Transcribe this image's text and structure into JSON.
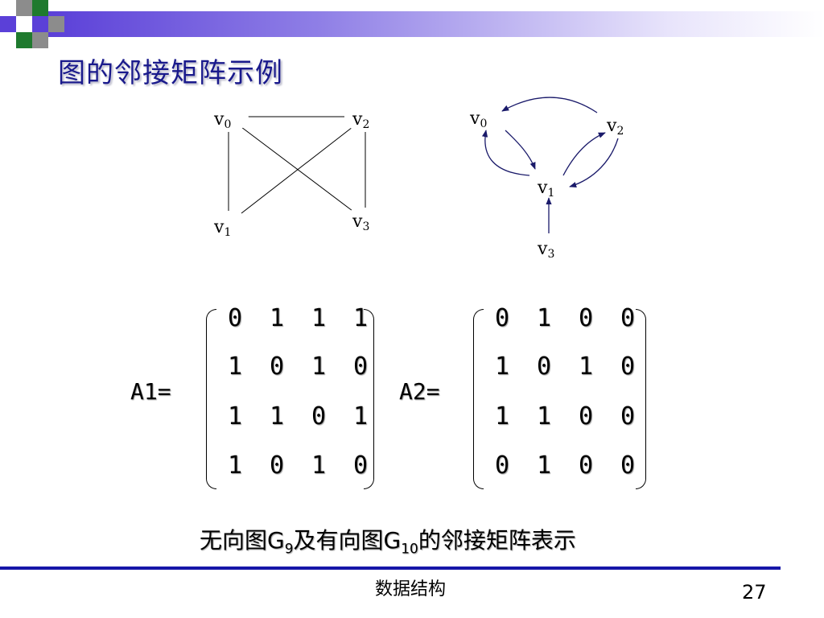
{
  "title": "图的邻接矩阵示例",
  "graph_undirected": {
    "nodes": [
      {
        "base": "v",
        "sub": "0"
      },
      {
        "base": "v",
        "sub": "2"
      },
      {
        "base": "v",
        "sub": "1"
      },
      {
        "base": "v",
        "sub": "3"
      }
    ],
    "edges": [
      [
        "v0",
        "v2"
      ],
      [
        "v0",
        "v1"
      ],
      [
        "v0",
        "v3"
      ],
      [
        "v2",
        "v1"
      ],
      [
        "v2",
        "v3"
      ]
    ]
  },
  "graph_directed": {
    "nodes": [
      {
        "base": "v",
        "sub": "0"
      },
      {
        "base": "v",
        "sub": "2"
      },
      {
        "base": "v",
        "sub": "1"
      },
      {
        "base": "v",
        "sub": "3"
      }
    ],
    "edges": [
      [
        "v0",
        "v1"
      ],
      [
        "v1",
        "v0"
      ],
      [
        "v2",
        "v0"
      ],
      [
        "v1",
        "v2"
      ],
      [
        "v2",
        "v1"
      ],
      [
        "v3",
        "v1"
      ]
    ]
  },
  "matrices": [
    {
      "label": "A1=",
      "rows": [
        [
          "0",
          "1",
          "1",
          "1"
        ],
        [
          "1",
          "0",
          "1",
          "0"
        ],
        [
          "1",
          "1",
          "0",
          "1"
        ],
        [
          "1",
          "0",
          "1",
          "0"
        ]
      ]
    },
    {
      "label": "A2=",
      "rows": [
        [
          "0",
          "1",
          "0",
          "0"
        ],
        [
          "1",
          "0",
          "1",
          "0"
        ],
        [
          "1",
          "1",
          "0",
          "0"
        ],
        [
          "0",
          "1",
          "0",
          "0"
        ]
      ]
    }
  ],
  "caption": {
    "part1": "无向图G",
    "sub1": "9",
    "part2": "及有向图G",
    "sub2": "10",
    "part3": "的邻接矩阵表示"
  },
  "footer": {
    "course": "数据结构",
    "page": "27"
  },
  "colors": {
    "title": "#1a1a8c",
    "accent_bar": "#5b40d8",
    "footer_line": "#1616a8",
    "square_green": "#1f7a2e",
    "square_gray": "#8c8c8c",
    "square_purple": "#5b40d8"
  }
}
